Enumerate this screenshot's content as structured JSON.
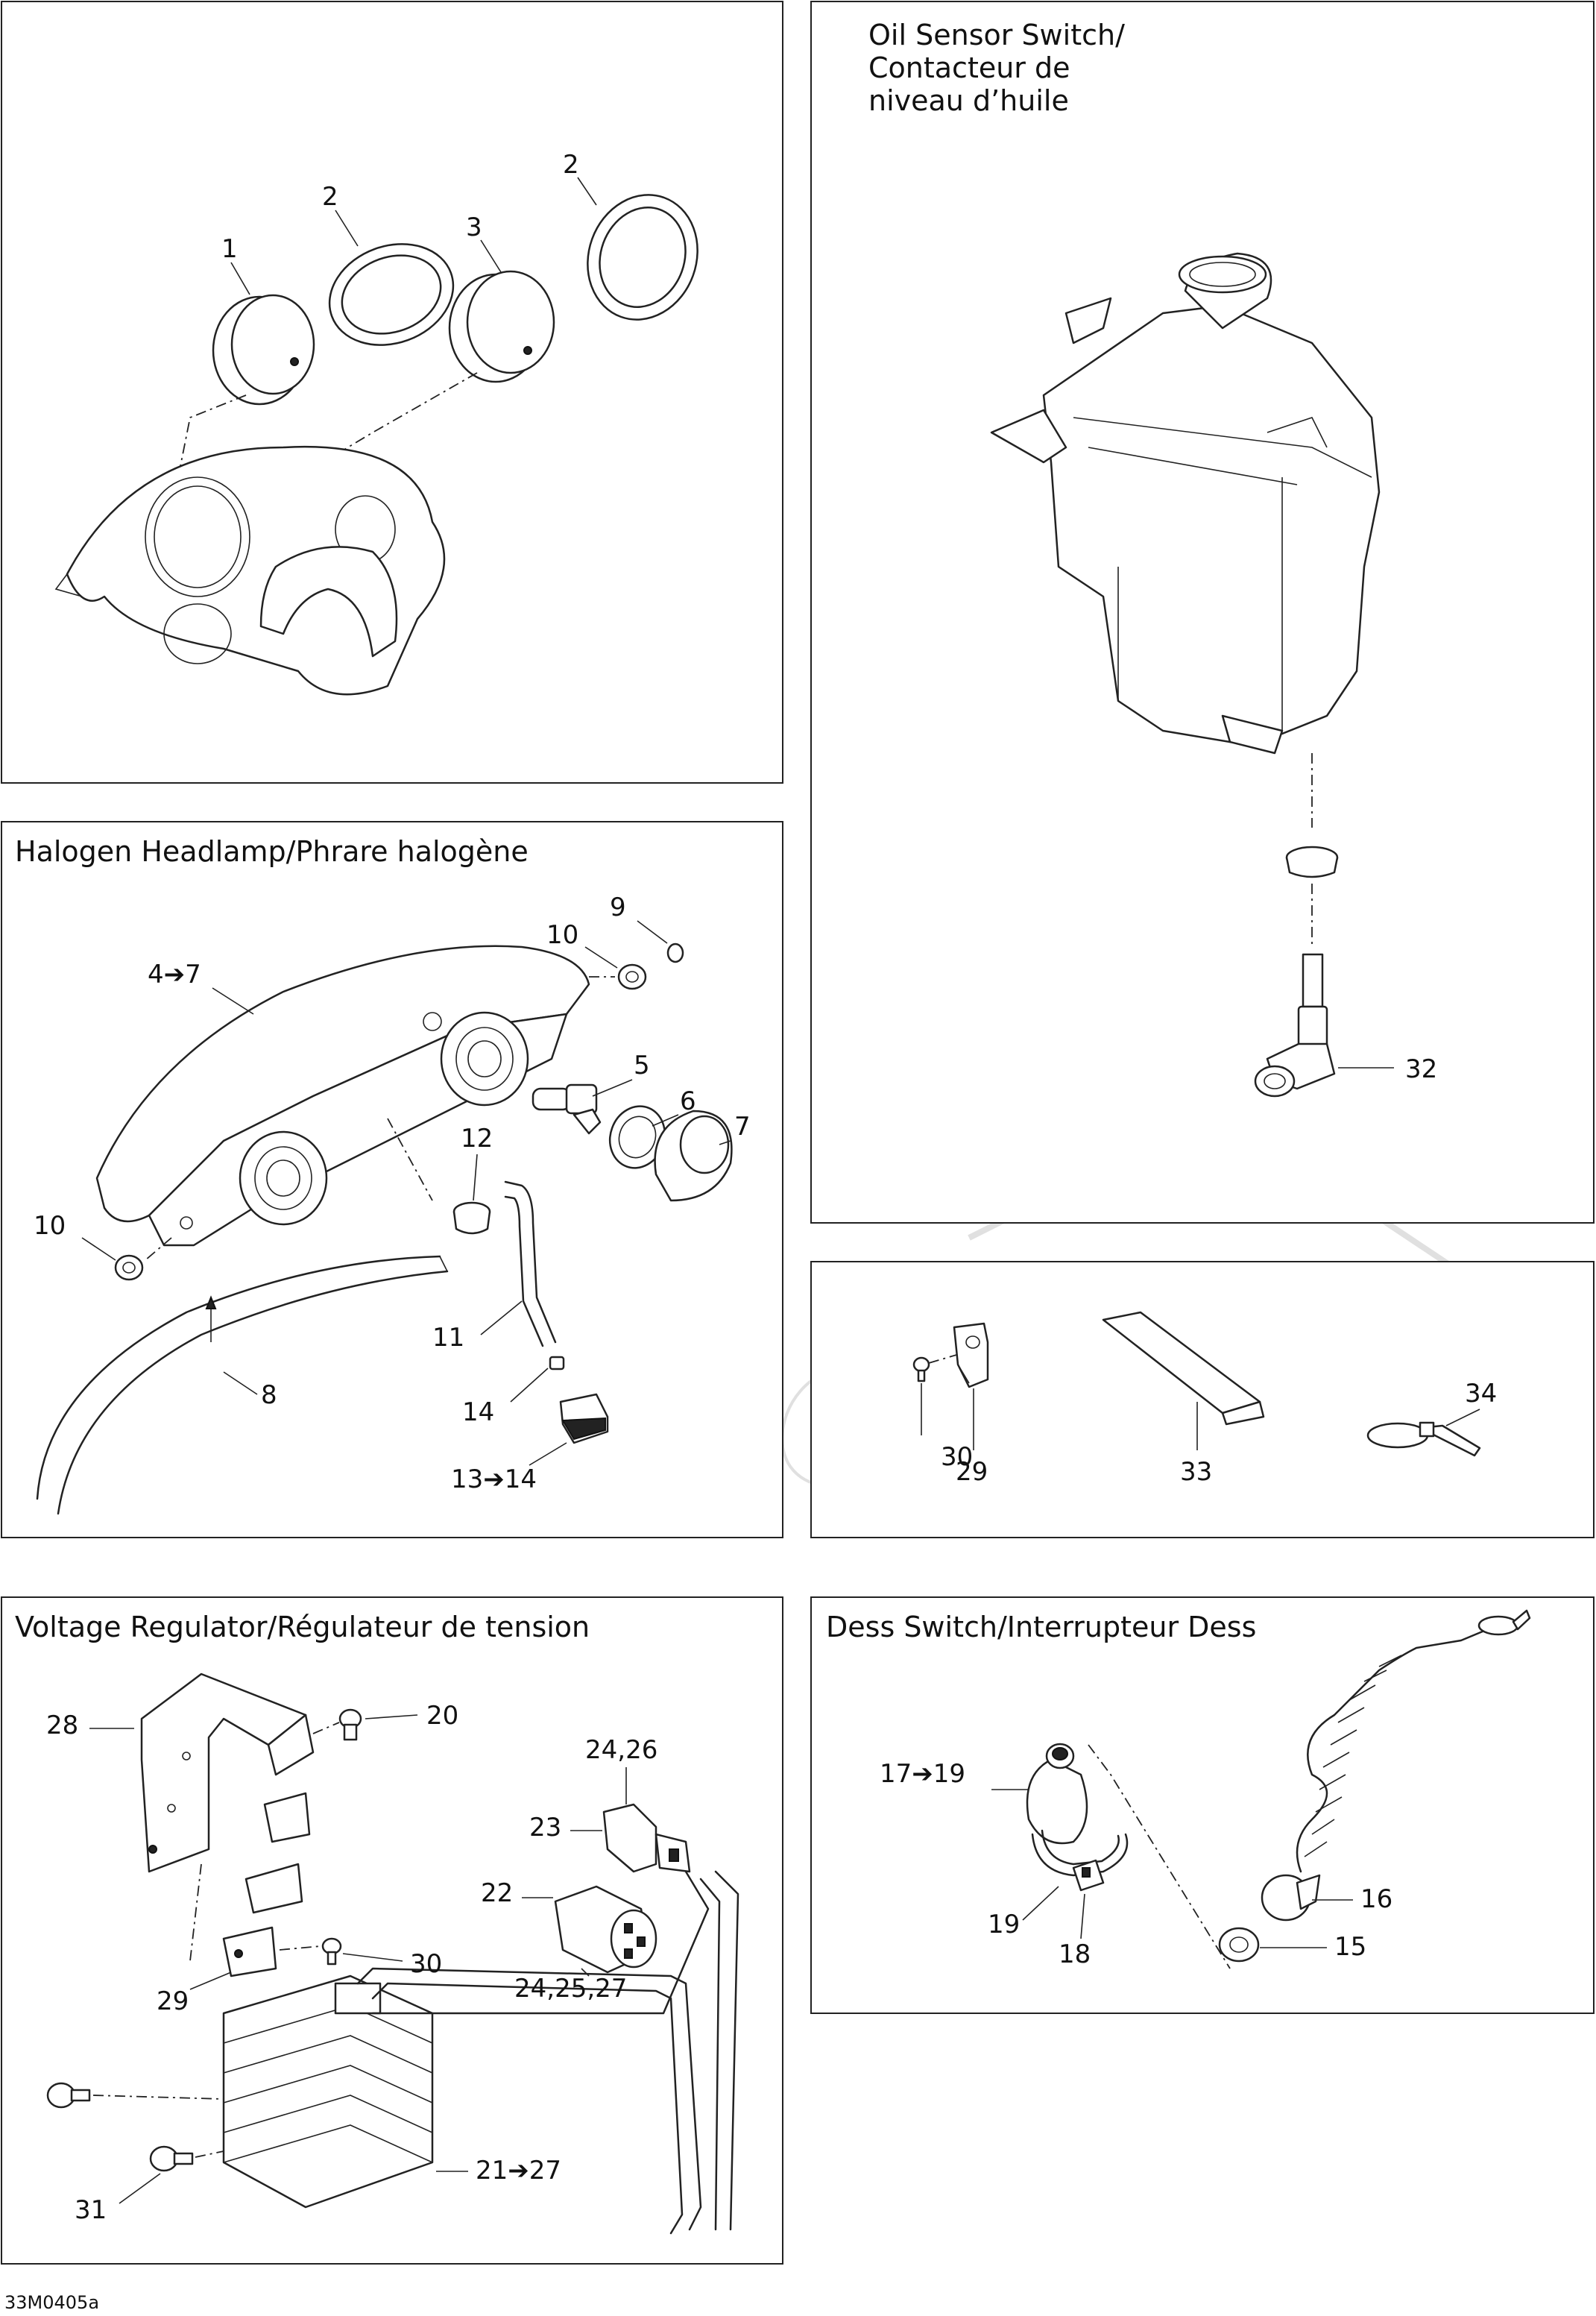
{
  "drawing_code": "33M0405a",
  "panels": {
    "gauges": {
      "callouts": [
        "1",
        "2",
        "3",
        "2"
      ]
    },
    "oil_sensor": {
      "title_lines": [
        "Oil Sensor Switch/",
        "Contacteur de",
        "niveau d’huile"
      ],
      "callouts": [
        "32"
      ]
    },
    "headlamp": {
      "title": "Halogen Headlamp/Phrare halogène",
      "callouts": [
        "4➔7",
        "9",
        "10",
        "5",
        "6",
        "7",
        "12",
        "10",
        "11",
        "8",
        "14",
        "13➔14"
      ]
    },
    "accessories": {
      "callouts": [
        "30",
        "29",
        "33",
        "34"
      ]
    },
    "voltage_regulator": {
      "title": "Voltage Regulator/Régulateur de tension",
      "callouts": [
        "28",
        "20",
        "24,26",
        "23",
        "22",
        "24,25,27",
        "30",
        "29",
        "21➔27",
        "31"
      ]
    },
    "dess_switch": {
      "title": "Dess Switch/Interrupteur Dess",
      "callouts": [
        "17➔19",
        "16",
        "15",
        "19",
        "18"
      ]
    }
  }
}
